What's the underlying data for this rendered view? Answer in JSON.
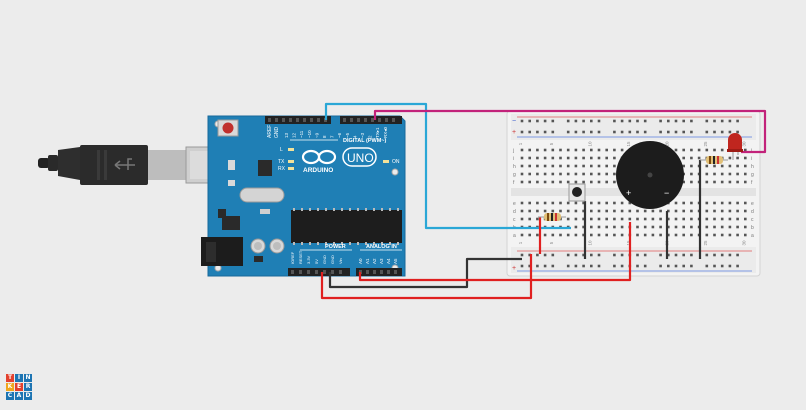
{
  "arduino": {
    "brand": "ARDUINO",
    "model": "UNO",
    "header_digital": "DIGITAL (PWM~)",
    "header_power": "POWER",
    "header_analog": "ANALOG IN",
    "label_aref": "AREF",
    "label_gnd": "GND",
    "led_l": "L",
    "led_tx": "TX",
    "led_rx": "RX",
    "led_on": "ON",
    "digital_pins": [
      "13",
      "12",
      "~11",
      "~10",
      "~9",
      "8",
      "7",
      "~6",
      "~5",
      "4",
      "~3",
      "2",
      "TX▸1",
      "RX◂0"
    ],
    "power_pins": [
      "IOREF",
      "RESET",
      "3.3V",
      "5V",
      "GND",
      "GND",
      "Vin"
    ],
    "analog_pins": [
      "A0",
      "A1",
      "A2",
      "A3",
      "A4",
      "A5"
    ]
  },
  "breadboard": {
    "row_letters_top": [
      "j",
      "i",
      "h",
      "g",
      "f"
    ],
    "row_letters_bottom": [
      "e",
      "d",
      "c",
      "b",
      "a"
    ],
    "column_numbers": [
      "1",
      "5",
      "10",
      "15",
      "20",
      "25",
      "30"
    ],
    "rail_plus": "+",
    "rail_minus": "−"
  },
  "buzzer": {
    "plus": "+",
    "minus": "−"
  },
  "logo": {
    "letters": [
      "T",
      "I",
      "N",
      "K",
      "E",
      "R",
      "C",
      "A",
      "D"
    ]
  },
  "colors": {
    "background": "#ececec",
    "arduino_board": "#1f7fb5",
    "wire_blue": "#2aa7d6",
    "wire_magenta": "#c2227a",
    "wire_red": "#e02020",
    "wire_black": "#333333"
  }
}
